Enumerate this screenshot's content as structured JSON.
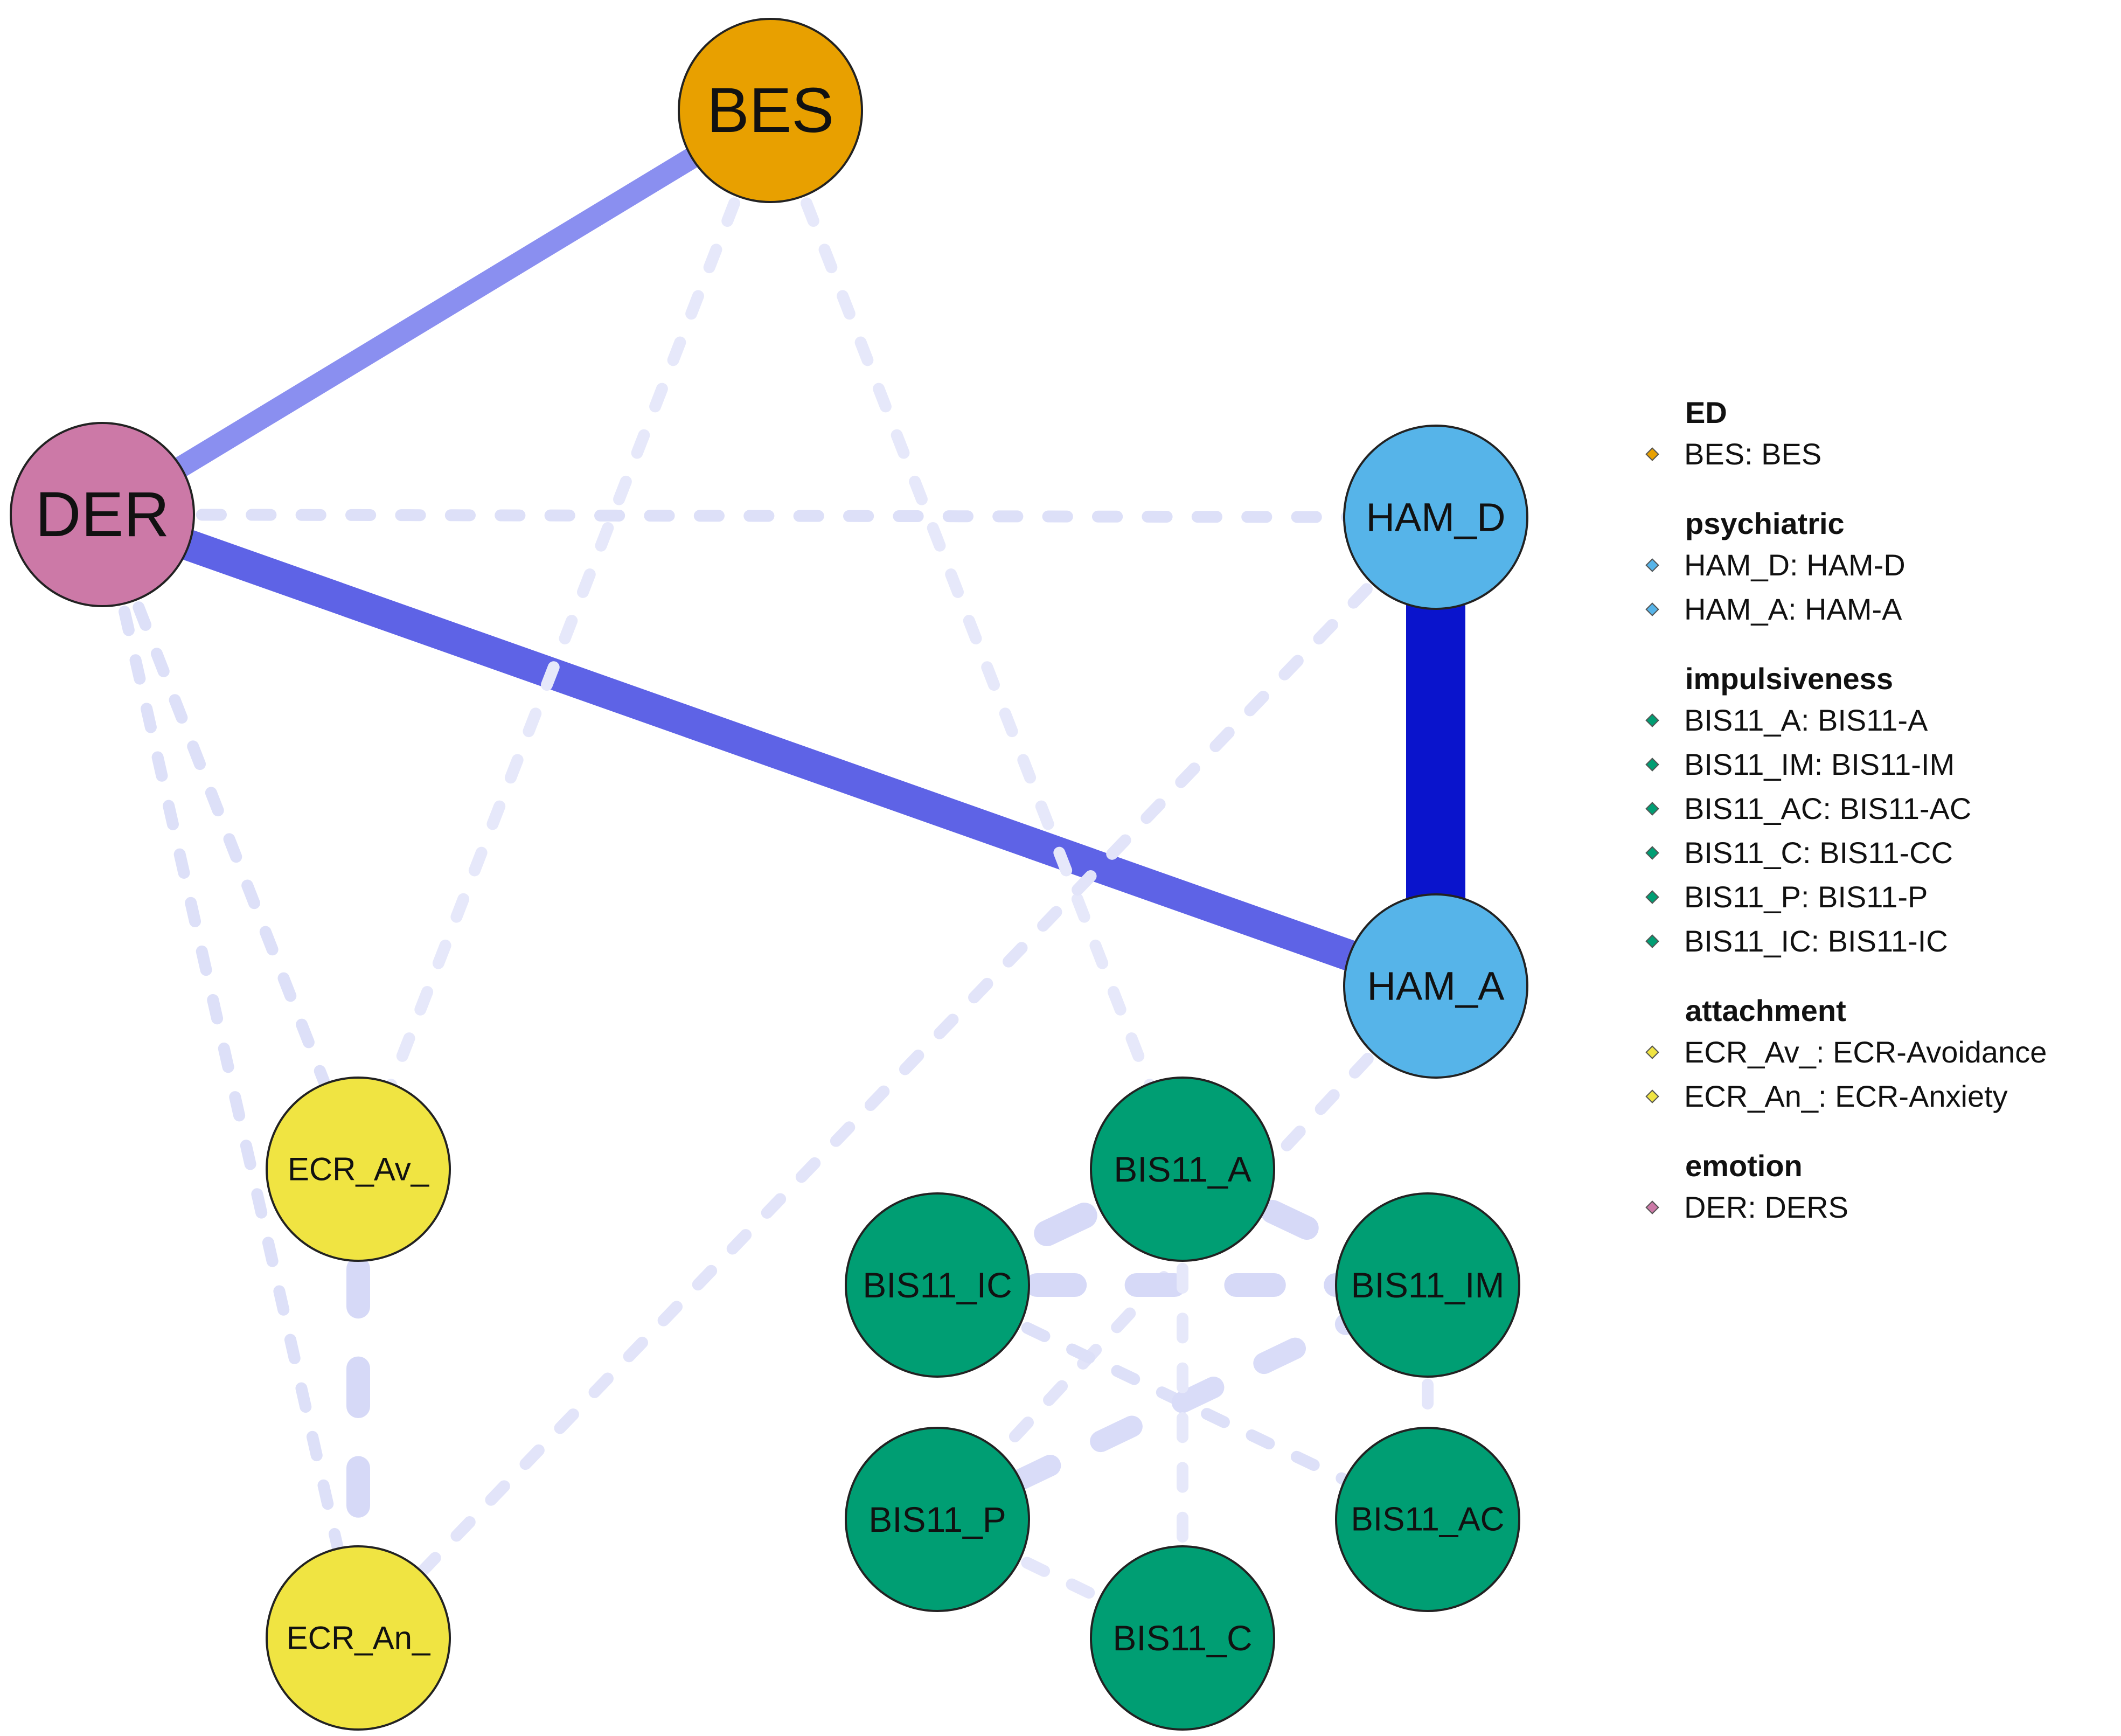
{
  "nodes": [
    {
      "id": "BES",
      "label": "BES",
      "group": "ED"
    },
    {
      "id": "DER",
      "label": "DER",
      "group": "emotion"
    },
    {
      "id": "HAM_D",
      "label": "HAM_D",
      "group": "psychiatric"
    },
    {
      "id": "HAM_A",
      "label": "HAM_A",
      "group": "psychiatric"
    },
    {
      "id": "ECR_Av_",
      "label": "ECR_Av_",
      "group": "attachment"
    },
    {
      "id": "ECR_An_",
      "label": "ECR_An_",
      "group": "attachment"
    },
    {
      "id": "BIS11_A",
      "label": "BIS11_A",
      "group": "impulsiveness"
    },
    {
      "id": "BIS11_IM",
      "label": "BIS11_IM",
      "group": "impulsiveness"
    },
    {
      "id": "BIS11_AC",
      "label": "BIS11_AC",
      "group": "impulsiveness"
    },
    {
      "id": "BIS11_C",
      "label": "BIS11_C",
      "group": "impulsiveness"
    },
    {
      "id": "BIS11_P",
      "label": "BIS11_P",
      "group": "impulsiveness"
    },
    {
      "id": "BIS11_IC",
      "label": "BIS11_IC",
      "group": "impulsiveness"
    }
  ],
  "edges": [
    {
      "from": "DER",
      "to": "BES",
      "style": "solid",
      "color": "#8a8ff0"
    },
    {
      "from": "DER",
      "to": "HAM_A",
      "style": "solid",
      "color": "#5e63e6"
    },
    {
      "from": "HAM_D",
      "to": "HAM_A",
      "style": "solid",
      "color": "#0a14cc"
    },
    {
      "from": "DER",
      "to": "HAM_D",
      "style": "dashed",
      "color": "#dde0f8"
    },
    {
      "from": "DER",
      "to": "ECR_Av_",
      "style": "dashed",
      "color": "#dde0f8"
    },
    {
      "from": "DER",
      "to": "ECR_An_",
      "style": "dashed",
      "color": "#dde0f8"
    },
    {
      "from": "BES",
      "to": "ECR_Av_",
      "style": "dashed",
      "color": "#e6e8fa"
    },
    {
      "from": "BES",
      "to": "BIS11_A",
      "style": "dashed",
      "color": "#e6e8fa"
    },
    {
      "from": "HAM_D",
      "to": "ECR_An_",
      "style": "dashed",
      "color": "#e2e4f9"
    },
    {
      "from": "HAM_A",
      "to": "BIS11_P",
      "style": "dashed",
      "color": "#e2e4f9"
    },
    {
      "from": "ECR_Av_",
      "to": "ECR_An_",
      "style": "dashed",
      "color": "#d6d9f7"
    },
    {
      "from": "BIS11_A",
      "to": "BIS11_IC",
      "style": "dashed",
      "color": "#d6d9f7"
    },
    {
      "from": "BIS11_A",
      "to": "BIS11_IM",
      "style": "dashed",
      "color": "#d6d9f7"
    },
    {
      "from": "BIS11_IC",
      "to": "BIS11_IM",
      "style": "dashed",
      "color": "#d6d9f7"
    },
    {
      "from": "BIS11_IC",
      "to": "BIS11_AC",
      "style": "dashed",
      "color": "#dde0f8"
    },
    {
      "from": "BIS11_P",
      "to": "BIS11_IM",
      "style": "dashed",
      "color": "#d9dcf8"
    },
    {
      "from": "BIS11_P",
      "to": "BIS11_C",
      "style": "dashed",
      "color": "#e4e6fa"
    },
    {
      "from": "BIS11_IM",
      "to": "BIS11_AC",
      "style": "dashed",
      "color": "#e4e6fa"
    },
    {
      "from": "BIS11_A",
      "to": "BIS11_C",
      "style": "dashed",
      "color": "#e6e8fa"
    }
  ],
  "groups": {
    "ED": {
      "color": "#e8a000"
    },
    "psychiatric": {
      "color": "#56b4e9"
    },
    "impulsiveness": {
      "color": "#009e73"
    },
    "attachment": {
      "color": "#f0e442"
    },
    "emotion": {
      "color": "#cc79a7"
    }
  },
  "legend": [
    {
      "title": "ED",
      "color": "#e8a000",
      "items": [
        "BES: BES"
      ]
    },
    {
      "title": "psychiatric",
      "color": "#56b4e9",
      "items": [
        "HAM_D: HAM-D",
        "HAM_A: HAM-A"
      ]
    },
    {
      "title": "impulsiveness",
      "color": "#009e73",
      "items": [
        "BIS11_A: BIS11-A",
        "BIS11_IM: BIS11-IM",
        "BIS11_AC: BIS11-AC",
        "BIS11_C: BIS11-CC",
        "BIS11_P: BIS11-P",
        "BIS11_IC: BIS11-IC"
      ]
    },
    {
      "title": "attachment",
      "color": "#f0e442",
      "items": [
        "ECR_Av_: ECR-Avoidance",
        "ECR_An_: ECR-Anxiety"
      ]
    },
    {
      "title": "emotion",
      "color": "#cc79a7",
      "items": [
        "DER: DERS"
      ]
    }
  ]
}
